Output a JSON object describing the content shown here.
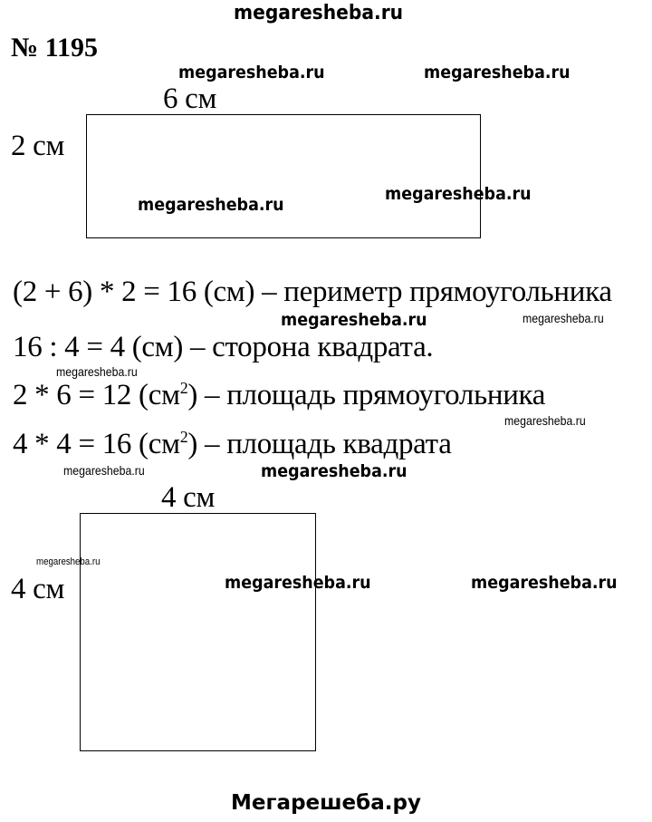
{
  "header_watermark": "megaresheba.ru",
  "problem_number": "№ 1195",
  "watermark": "megaresheba.ru",
  "rectangle": {
    "width_label": "6 см",
    "height_label": "2 см"
  },
  "equations": [
    {
      "expr": "(2 + 6) * 2 = 16 (см)",
      "sup": "",
      "close": "",
      "desc": " – периметр прямоугольника"
    },
    {
      "expr": "16 : 4 = 4 (см)",
      "sup": "",
      "close": "",
      "desc": " – сторона квадрата."
    },
    {
      "expr": "2 * 6 = 12 (см",
      "sup": "2",
      "close": ")",
      "desc": " – площадь прямоугольника"
    },
    {
      "expr": "4 * 4 = 16 (см",
      "sup": "2",
      "close": ")",
      "desc": " – площадь квадрата"
    }
  ],
  "square": {
    "width_label": "4 см",
    "height_label": "4 см"
  },
  "footer": "Мегарешеба.ру"
}
